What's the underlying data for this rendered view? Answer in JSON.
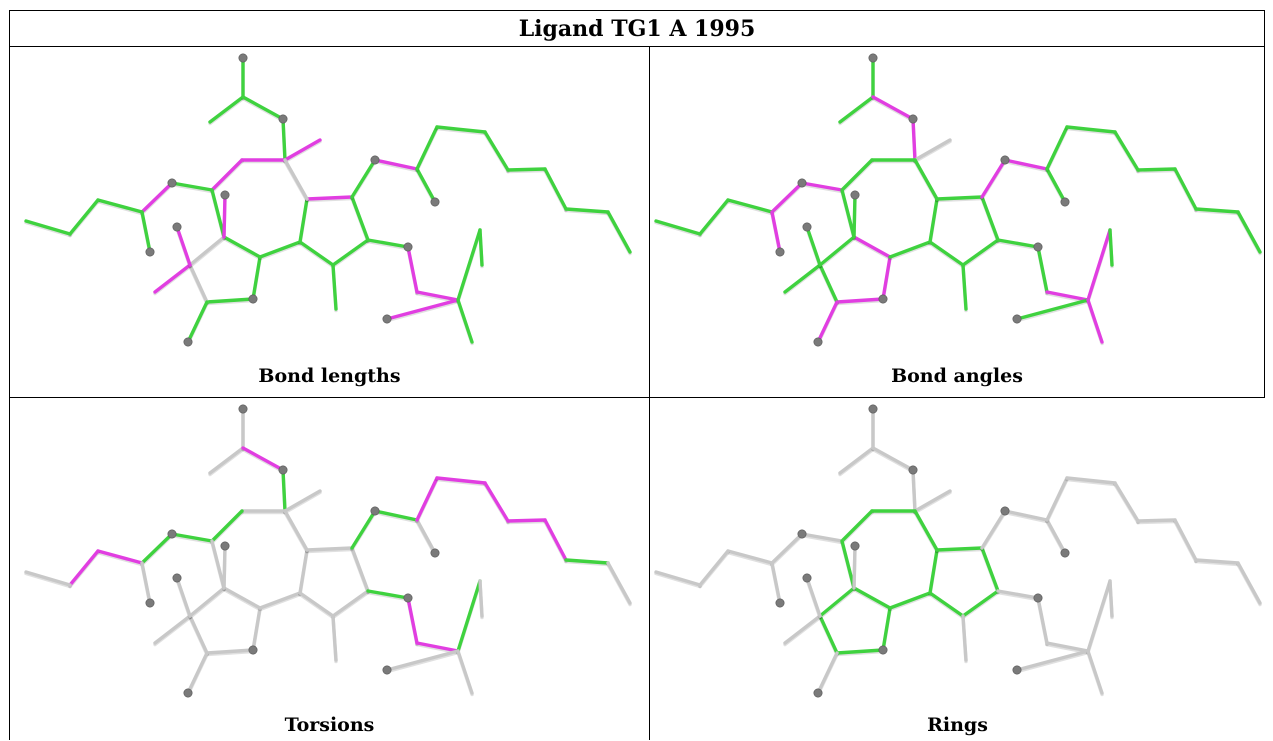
{
  "title": "Ligand TG1 A 1995",
  "colors": {
    "green": "#3fd23f",
    "magenta": "#e13ee1",
    "gray": "#c8c8c8",
    "atom": "#7a7a7a"
  },
  "panels": [
    {
      "id": "bond-lengths",
      "caption": "Bond lengths"
    },
    {
      "id": "bond-angles",
      "caption": "Bond angles"
    },
    {
      "id": "torsions",
      "caption": "Torsions"
    },
    {
      "id": "rings",
      "caption": "Rings"
    }
  ]
}
